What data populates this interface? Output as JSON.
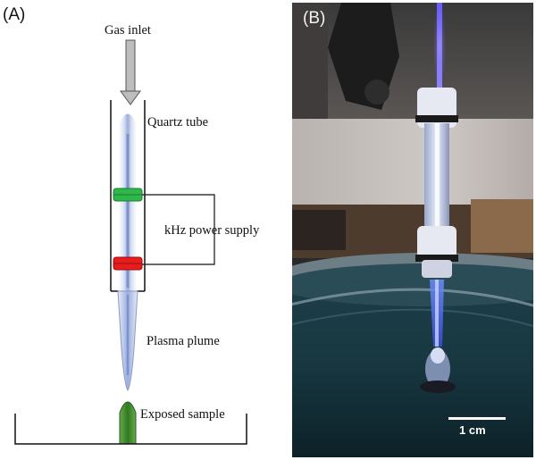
{
  "panel_a": {
    "label": "(A)",
    "labels": {
      "gas_inlet": "Gas inlet",
      "quartz_tube": "Quartz tube",
      "power_supply": "kHz power supply",
      "plasma_plume": "Plasma plume",
      "exposed_sample": "Exposed sample"
    },
    "colors": {
      "upper_electrode": "#2eb84a",
      "lower_electrode": "#e81c1c",
      "plasma": "#8fa5d8",
      "sample": "#3c8c2a"
    }
  },
  "panel_b": {
    "label": "(B)",
    "scale_bar_label": "1 cm"
  }
}
